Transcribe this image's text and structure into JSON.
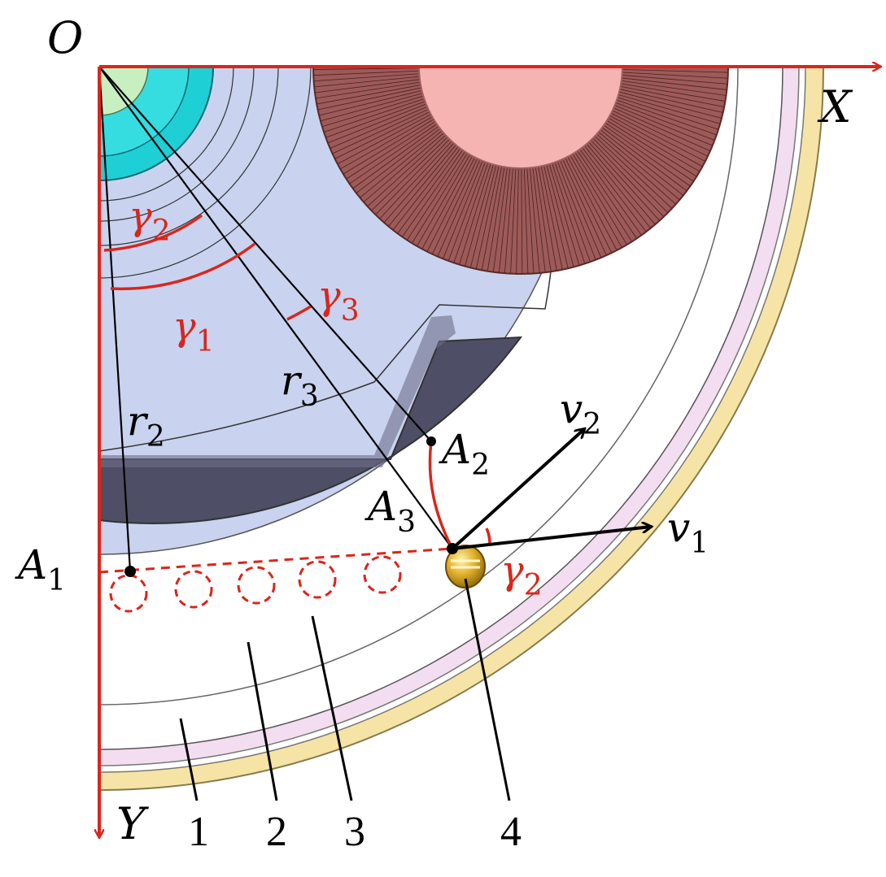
{
  "labels": {
    "origin": "O",
    "x_axis": "X",
    "y_axis": "Y",
    "gamma1": "γ1",
    "gamma2": "γ2",
    "gamma2_at_roller": "γ2",
    "gamma3": "γ3",
    "r2": "r2",
    "r3": "r3",
    "A1": "A1",
    "A2": "A2",
    "A3": "A3",
    "v1": "v1",
    "v2": "v2"
  },
  "callouts": [
    "1",
    "2",
    "3",
    "4"
  ],
  "colors": {
    "axis": "#d9261c",
    "construction_line": "#000000",
    "outer_ring": "#f6e4a6",
    "inner_ring": "#f3ddf0",
    "teeth": "#b8f0ee",
    "plate": "#c9d3ef",
    "groove": "#4e4e66",
    "brush": "#9c5a58",
    "brush_core": "#f5b4b1",
    "hub": "#1fcfd6",
    "roller": "#d4a11c"
  }
}
